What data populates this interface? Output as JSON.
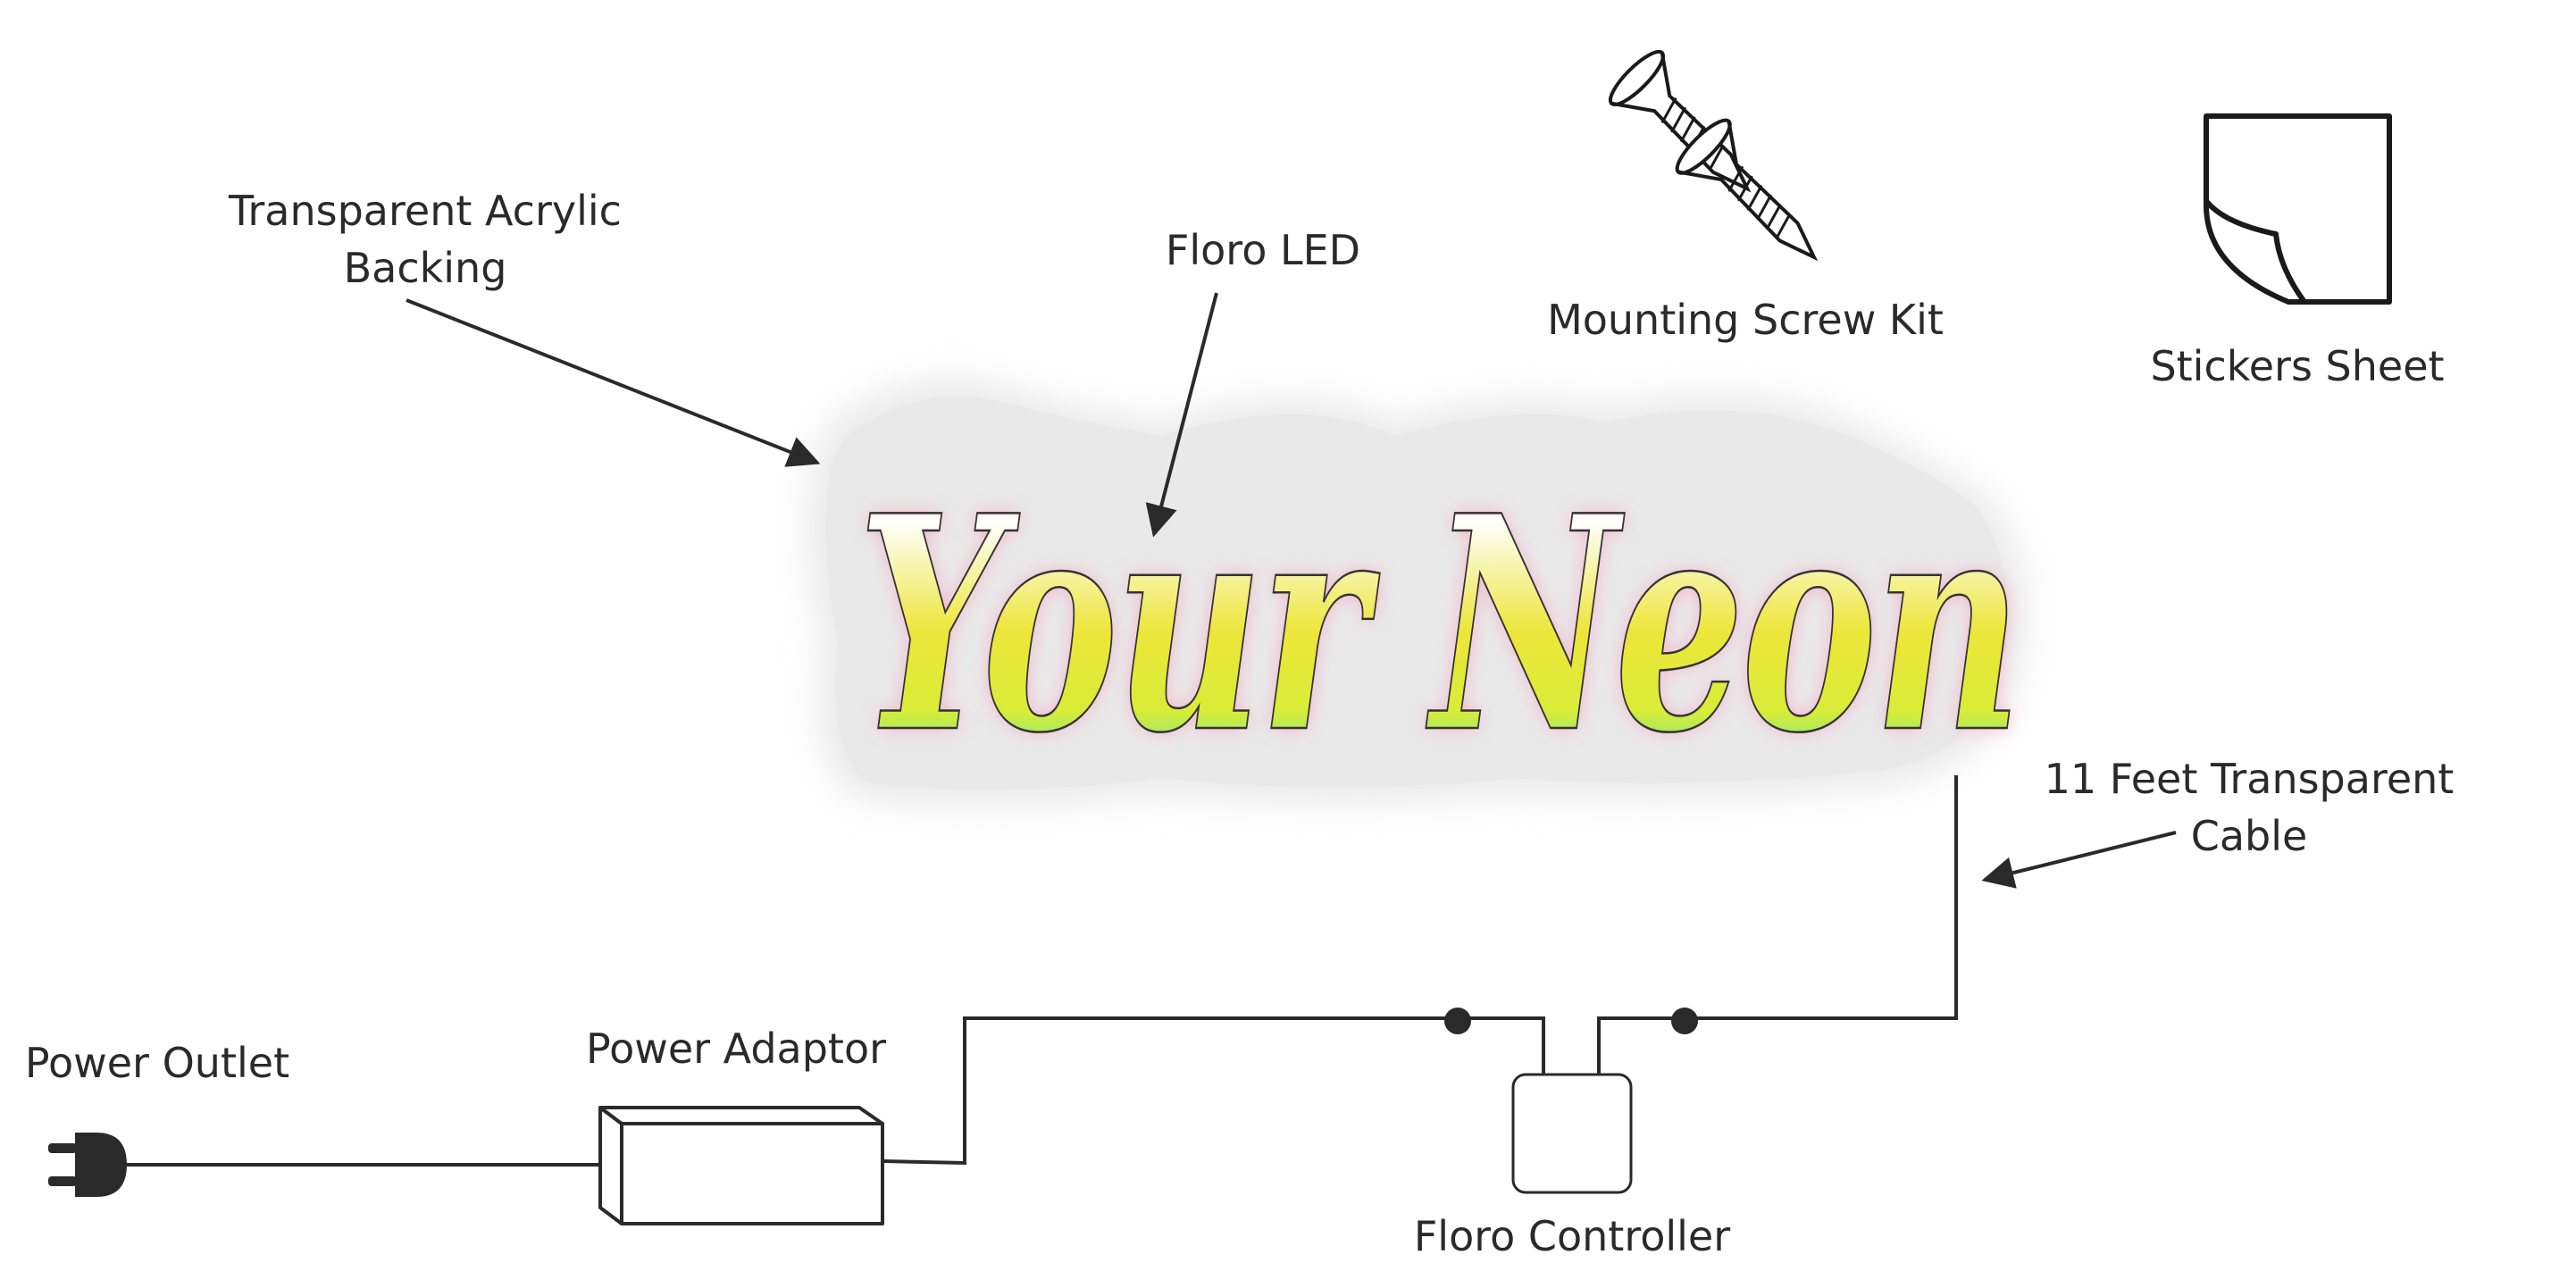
{
  "labels": {
    "acrylic_line1": "Transparent Acrylic",
    "acrylic_line2": "Backing",
    "floro_led": "Floro LED",
    "screw_kit": "Mounting Screw Kit",
    "stickers": "Stickers Sheet",
    "cable_line1": "11 Feet Transparent",
    "cable_line2": "Cable",
    "power_outlet": "Power Outlet",
    "power_adaptor": "Power Adaptor",
    "controller": "Floro Controller"
  },
  "sign_text": "Your Neon",
  "colors": {
    "line": "#2a2a2a",
    "backing": "#ebebeb",
    "neon_gradient": [
      "#f0545e",
      "#ffffff",
      "#ede63a",
      "#d9ec37",
      "#27e6d8"
    ]
  },
  "icons": [
    "plug-icon",
    "screw-icon",
    "sticker-sheet-icon"
  ]
}
